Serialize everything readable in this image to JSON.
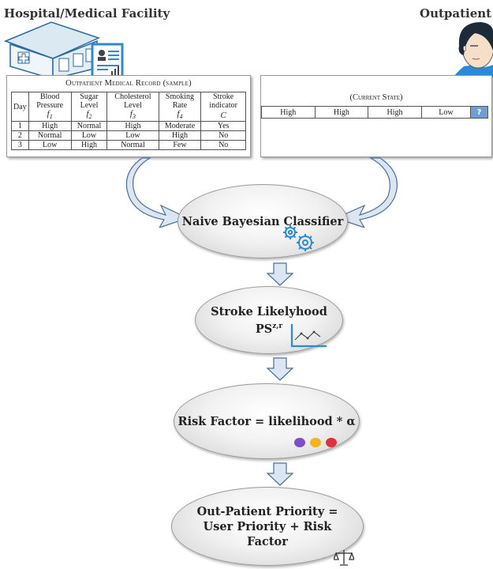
{
  "headings": {
    "facility": "Hospital/Medical Facility",
    "patient": "Outpatient"
  },
  "record": {
    "title": "Outpatient Medical Record (sample)",
    "columns": [
      {
        "name": "Day",
        "symbol": ""
      },
      {
        "name": "Blood Pressure",
        "symbol": "f1"
      },
      {
        "name": "Sugar Level",
        "symbol": "f2"
      },
      {
        "name": "Cholesterol Level",
        "symbol": "f3"
      },
      {
        "name": "Smoking Rate",
        "symbol": "f4"
      },
      {
        "name": "Stroke indicator",
        "symbol": "C"
      }
    ],
    "rows": [
      [
        "1",
        "High",
        "Normal",
        "High",
        "Moderate",
        "Yes"
      ],
      [
        "2",
        "Normal",
        "Low",
        "Low",
        "High",
        "No"
      ],
      [
        "3",
        "Low",
        "High",
        "Normal",
        "Few",
        "No"
      ]
    ]
  },
  "current_state": {
    "title": "(Current State)",
    "values": [
      "High",
      "High",
      "High",
      "Low",
      "?"
    ]
  },
  "nodes": {
    "classifier": "Naive Bayesian Classifier",
    "likelihood": "Stroke Likelyhood",
    "likelihood_symbol": "PS",
    "likelihood_sup": "z,r",
    "risk": "Risk Factor = likelihood * α",
    "priority": "Out-Patient Priority = User Priority + Risk Factor"
  },
  "colors": {
    "query_cell": "#6e9ed4",
    "icon_blue": "#2a8ad8",
    "dot_purple": "#7b4fc9",
    "dot_yellow": "#f4b41e",
    "dot_red": "#e0313a"
  }
}
